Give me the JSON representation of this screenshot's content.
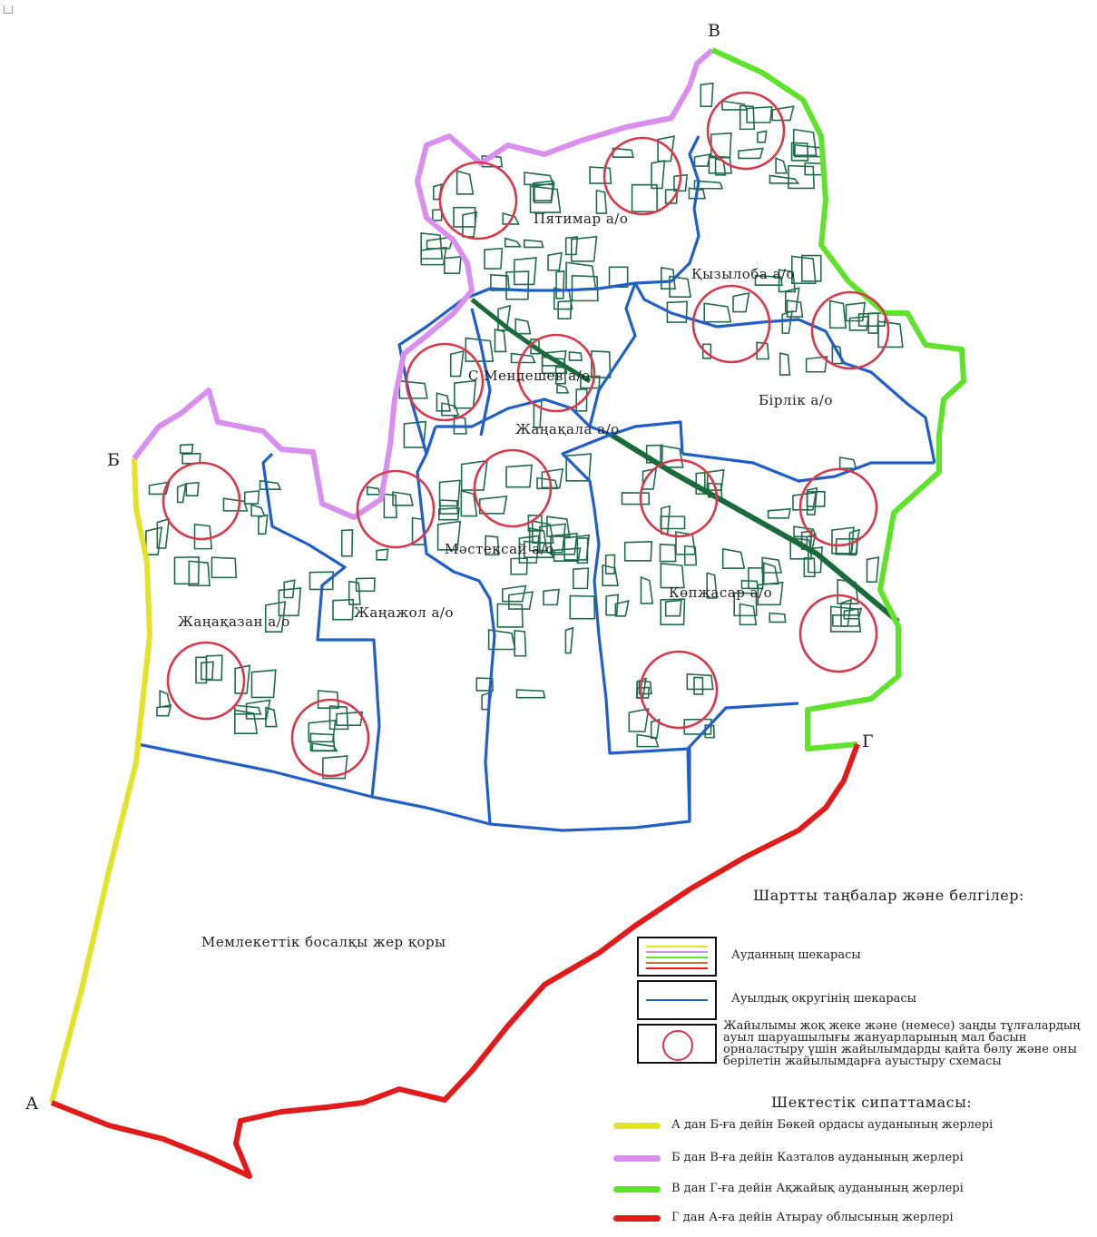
{
  "corner_marker": "□",
  "vertices": {
    "A": "А",
    "B": "Б",
    "V": "В",
    "G": "Г"
  },
  "districts": [
    "Пятимар а/о",
    "Қызылоба а/о",
    "С Мендешев а/о",
    "Бірлік а/о",
    "Жаңақала а/о",
    "Мәстексай а/о",
    "Жаңақазан а/о",
    "Жаңажол а/о",
    "Көпжасар а/о"
  ],
  "reserve_label": "Мемлекеттік босалқы жер қоры",
  "legend": {
    "title": "Шартты таңбалар және белгілер:",
    "items": [
      {
        "icon": "district-boundary-lines-icon",
        "label": "Ауданның шекарасы"
      },
      {
        "icon": "rural-district-boundary-line-icon",
        "label": "Ауылдық округінің шекарасы"
      },
      {
        "icon": "red-circle-icon",
        "label": "Жайылымы жоқ жеке және (немесе) заңды тұлғалардың ауыл шаруашылығы жануарларының мал басын орналастыру үшін жайылымдарды қайта бөлу және оны берілетін жайылымдарға ауыстыру схемасы"
      }
    ]
  },
  "boundary": {
    "title": "Шектестік сипаттамасы:",
    "items": [
      {
        "color": "#e3e32a",
        "label": "А дан Б-ға дейін Бөкей ордасы ауданының жерлері"
      },
      {
        "color": "#d98ef0",
        "label": "Б дан В-ға дейін Казталов ауданының жерлері"
      },
      {
        "color": "#5ee32a",
        "label": "В дан Г-ға дейін Ақжайық ауданының жерлері"
      },
      {
        "color": "#e31a1a",
        "label": "Г дан А-ға дейін Атырау облысының жерлері"
      }
    ]
  },
  "colors": {
    "parcels": "#1f6b4a",
    "rural_boundary": "#1f5fc7",
    "circle": "#d8394a",
    "road": "#1a6b3a"
  }
}
